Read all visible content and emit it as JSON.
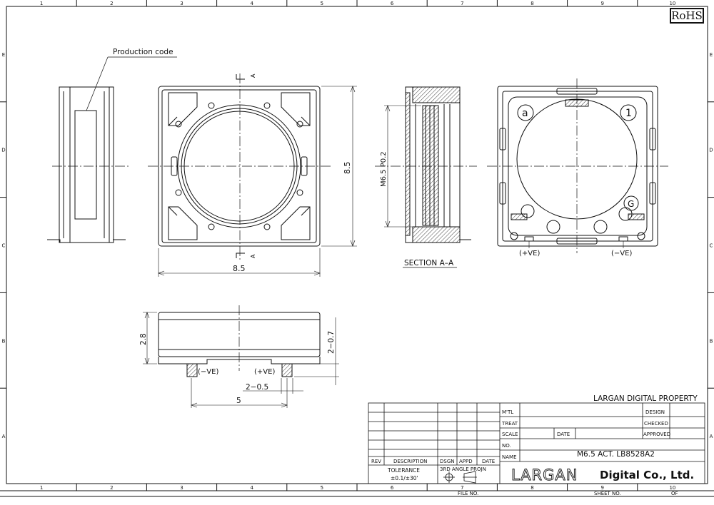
{
  "border": {
    "columns": [
      "1",
      "2",
      "3",
      "4",
      "5",
      "6",
      "7",
      "8",
      "9",
      "10"
    ],
    "rows": [
      "E",
      "D",
      "C",
      "B",
      "A"
    ]
  },
  "rohs_label": "RoHS",
  "views": {
    "side": {
      "callout": "Production code"
    },
    "top": {
      "width_dim": "8.5",
      "height_dim": "8.5",
      "section_mark": "A"
    },
    "section": {
      "thread_dim": "M6.5  P0.2",
      "title": "SECTION A–A"
    },
    "bottom": {
      "a_label": "a",
      "one_label": "1",
      "g_label": "G",
      "pos_label": "(+VE)",
      "neg_label": "(−VE)"
    },
    "front": {
      "height_dim": "2.8",
      "pad_height_dim": "2−0.7",
      "pad_width_dim": "2−0.5",
      "pitch_dim": "5",
      "neg_label": "(−VE)",
      "pos_label": "(+VE)"
    }
  },
  "title_block": {
    "property": "LARGAN  DIGITAL  PROPERTY",
    "mtl": "M'TL",
    "treat": "TREAT",
    "scale": "SCALE",
    "date": "DATE",
    "no": "NO.",
    "name": "NAME",
    "design": "DESIGN",
    "checked": "CHECKED",
    "approved": "APPROVED",
    "part_name": "M6.5  ACT.  LB8528A2",
    "rev": "REV",
    "description": "DESCRIPTION",
    "dsgn": "DSGN",
    "appd": "APPD",
    "date_col": "DATE",
    "tolerance": "TOLERANCE",
    "tolerance_value": "±0.1/±30'",
    "projection": "3RD  ANGLE  PROJN",
    "logo": "LARGAN",
    "company": "Digital Co., Ltd.",
    "file_no": "FILE  NO.",
    "sheet_no": "SHEET  NO.",
    "of": "OF"
  }
}
